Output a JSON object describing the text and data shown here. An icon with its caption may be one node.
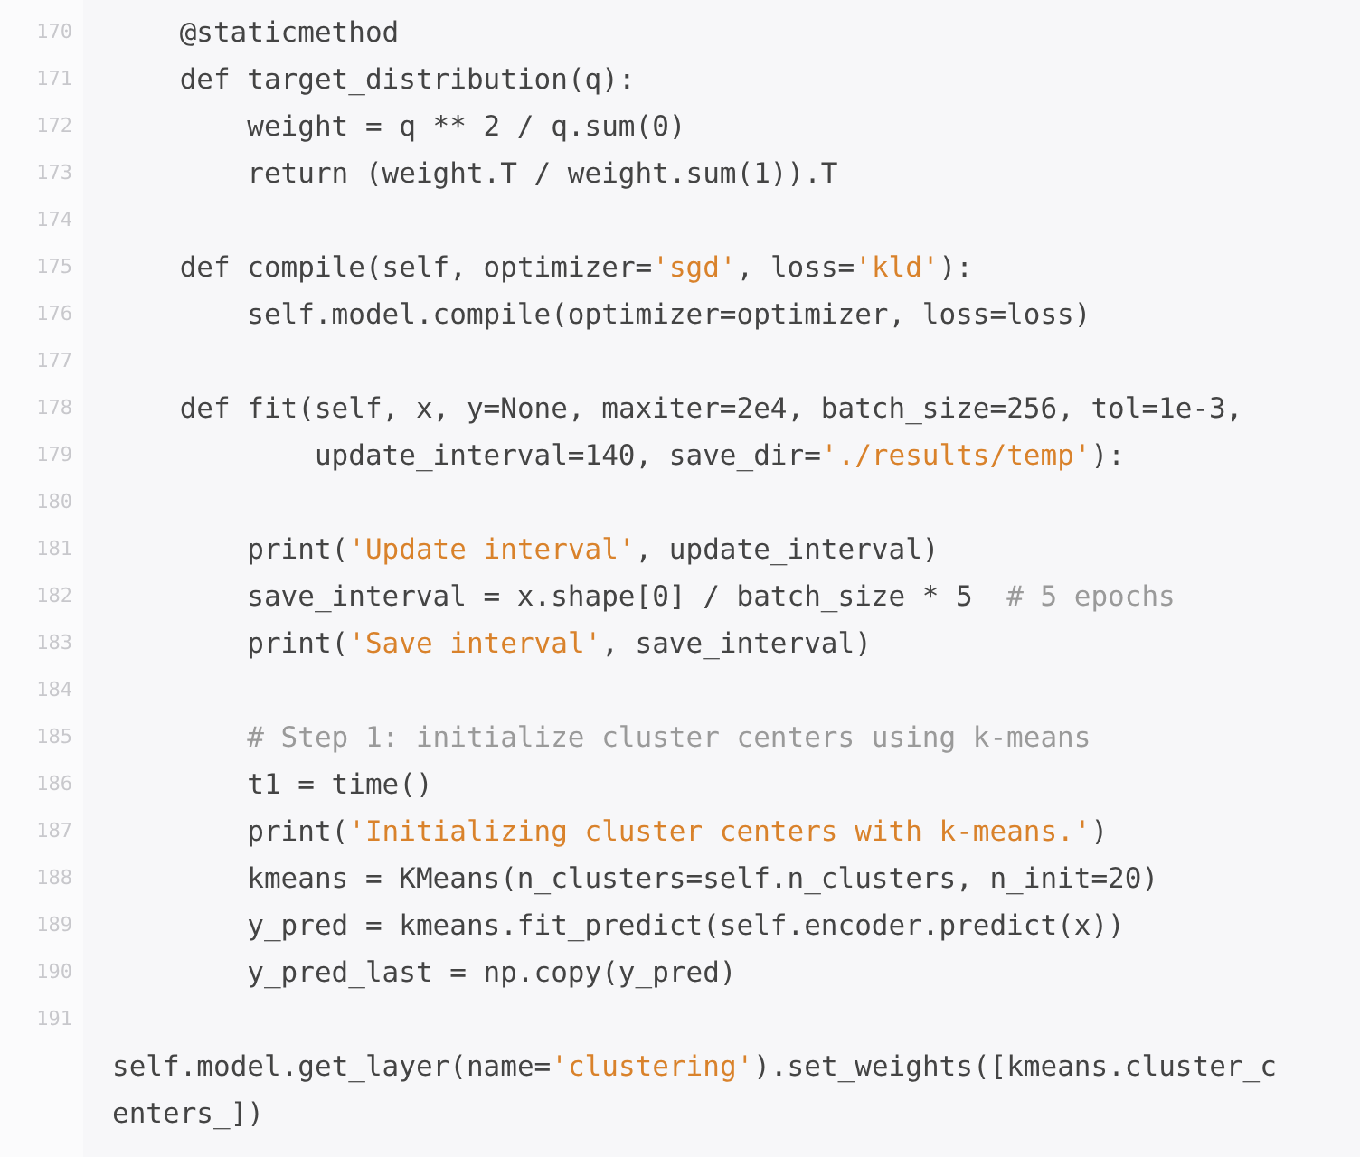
{
  "diagram": {
    "labels": [
      "170",
      "@staticmethod",
      "171",
      "def target_distribution(q):",
      "172",
      "weight = q ** 2 / q.sum(0)",
      "173",
      "return (weight.T / weight.sum(1)).T",
      "174",
      "175",
      "def compile(self, optimizer='sgd', loss='kld'):",
      "176",
      "self.model.compile(optimizer=optimizer, loss=loss)",
      "177",
      "178",
      "def fit(self, x, y=None, maxiter=2e4, batch_size=256, tol=1e-3,",
      "179",
      "update_interval=140, save_dir='./results/temp'):",
      "180",
      "181",
      "print('Update interval', update_interval)",
      "182",
      "save_interval = x.shape[0] / batch_size * 5  # 5 epochs",
      "183",
      "print('Save interval', save_interval)",
      "184",
      "185",
      "# Step 1: initialize cluster centers using k-means",
      "186",
      "t1 = time()",
      "187",
      "print('Initializing cluster centers with k-means.')",
      "188",
      "kmeans = KMeans(n_clusters=self.n_clusters, n_init=20)",
      "189",
      "y_pred = kmeans.fit_predict(self.encoder.predict(x))",
      "190",
      "y_pred_last = np.copy(y_pred)",
      "191",
      "self.model.get_layer(name='clustering').set_weights([kmeans.cluster_centers_])"
    ]
  }
}
